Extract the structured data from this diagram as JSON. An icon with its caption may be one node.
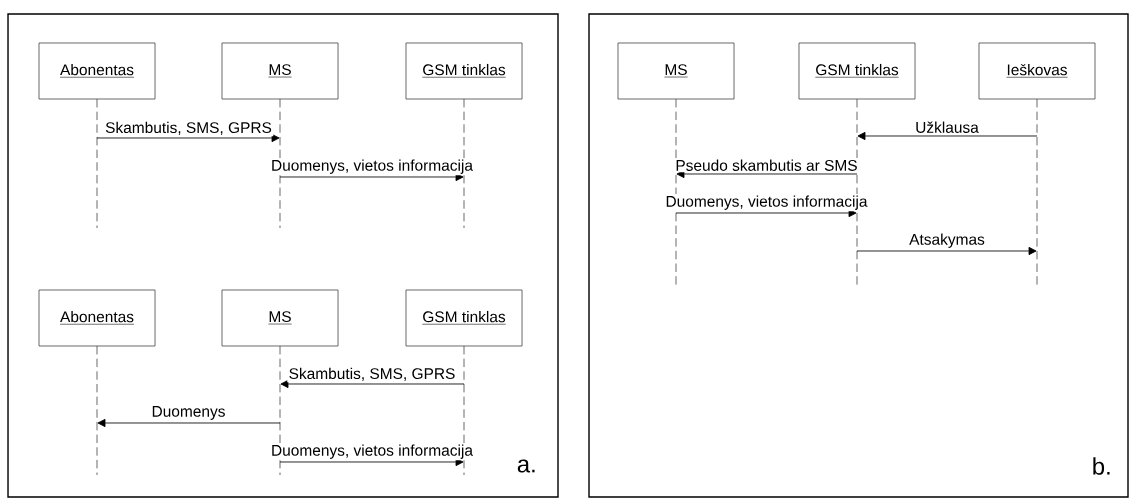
{
  "diagram": {
    "nodes": [
      {
        "text": [
          "a."
        ]
      },
      {
        "text": [
          "Abonentas"
        ],
        "in": 0
      },
      {
        "text": [
          "MS"
        ],
        "in": 0
      },
      {
        "text": [
          "GSM tinklas"
        ],
        "in": 0
      },
      {
        "text": [
          "Abonentas"
        ],
        "in": 0
      },
      {
        "text": [
          "MS"
        ],
        "in": 0
      },
      {
        "text": [
          "GSM tinklas"
        ],
        "in": 0
      },
      {
        "text": [
          "b."
        ]
      },
      {
        "text": [
          "MS"
        ],
        "in": 7
      },
      {
        "text": [
          "GSM tinklas"
        ],
        "in": 7
      },
      {
        "text": [
          "Ieškovas"
        ],
        "in": 7
      }
    ],
    "edges": [
      {
        "from": 1,
        "to": 2,
        "arrow": "to",
        "label": "Skambutis, SMS, GPRS"
      },
      {
        "from": 2,
        "to": 3,
        "arrow": "to",
        "label": "Duomenys, vietos informacija"
      },
      {
        "from": 6,
        "to": 5,
        "arrow": "to",
        "label": "Skambutis, SMS, GPRS"
      },
      {
        "from": 5,
        "to": 4,
        "arrow": "to",
        "label": "Duomenys"
      },
      {
        "from": 5,
        "to": 6,
        "arrow": "to",
        "label": "Duomenys, vietos informacija"
      },
      {
        "from": 10,
        "to": 9,
        "arrow": "to",
        "label": "Užklausa"
      },
      {
        "from": 9,
        "to": 8,
        "arrow": "to",
        "label": "Pseudo skambutis ar SMS"
      },
      {
        "from": 8,
        "to": 9,
        "arrow": "to",
        "label": "Duomenys, vietos informacija"
      },
      {
        "from": 9,
        "to": 10,
        "arrow": "to",
        "label": "Atsakymas"
      }
    ]
  }
}
